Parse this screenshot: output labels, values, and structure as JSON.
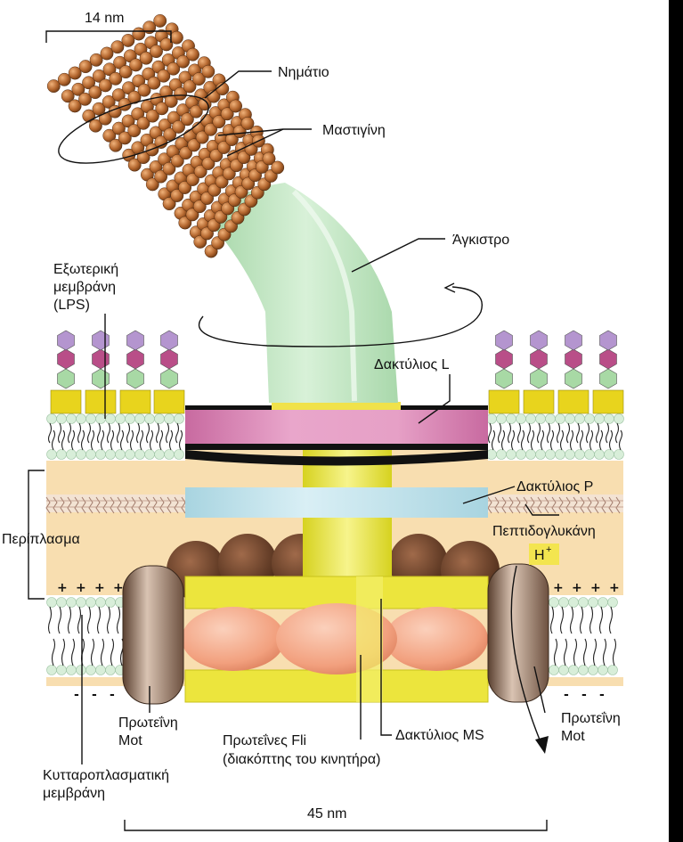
{
  "colors": {
    "background": "#ffffff",
    "periplasm": "#f8deb0",
    "lipid_head": "#d8eed9",
    "filament": "#b4672f",
    "hook": "#c5e7c5",
    "ring_l": "#d67fb0",
    "ring_p": "#bfe2ec",
    "rod": "#e8e437",
    "fli": "#f2a07e",
    "mot": "#8e6e5a",
    "lps_square": "#e8d41d",
    "lps_purple": "#b495cf",
    "lps_magenta": "#b94e88",
    "lps_green": "#a8d9a5",
    "h_badge": "#f3e54f"
  },
  "labels": {
    "width_top": "14 nm",
    "filament": "Νημάτιο",
    "flagellin": "Μαστιγίνη",
    "hook": "Άγκιστρο",
    "outer_membrane_1": "Εξωτερική",
    "outer_membrane_2": "μεμβράνη",
    "outer_membrane_3": "(LPS)",
    "ring_l": "Δακτύλιος L",
    "ring_p": "Δακτύλιος P",
    "peptidoglycan": "Πεπτιδογλυκάνη",
    "periplasm": "Περίπλασμα",
    "h_plus": "H",
    "h_plus_sup": "+",
    "mot_left_1": "Πρωτεΐνη",
    "mot_left_2": "Mot",
    "mot_right_1": "Πρωτεΐνη",
    "mot_right_2": "Mot",
    "fli_1": "Πρωτεΐνες Fli",
    "fli_2": "(διακόπτης του κινητήρα)",
    "ring_ms": "Δακτύλιος MS",
    "cytoplasmic_membrane_1": "Κυτταροπλασματική",
    "cytoplasmic_membrane_2": "μεμβράνη",
    "width_bottom": "45 nm",
    "plus_sign": "+",
    "minus_sign": "-"
  }
}
